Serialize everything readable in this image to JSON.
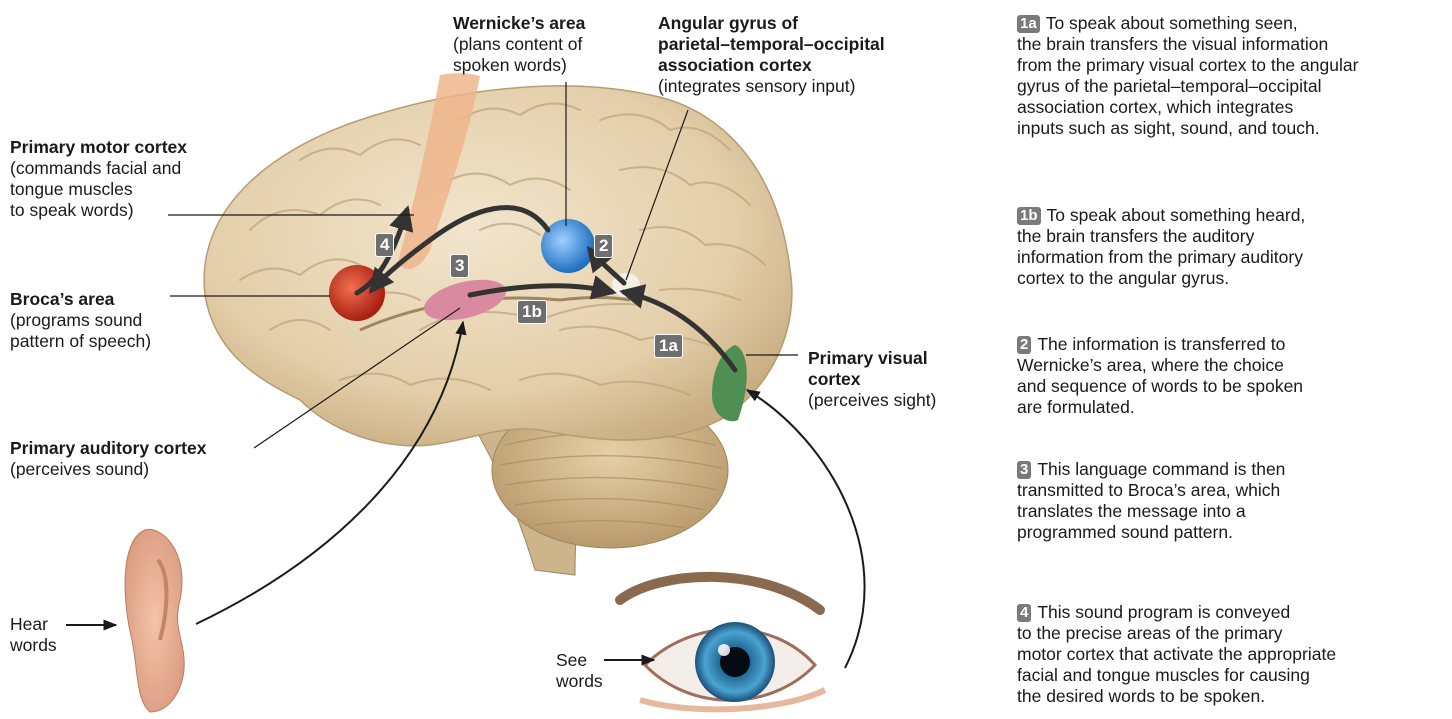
{
  "labels": {
    "wernicke": {
      "title": "Wernicke’s area",
      "lines": [
        "(plans content of",
        "spoken words)"
      ]
    },
    "angular": {
      "title_lines": [
        "Angular gyrus of",
        "parietal–temporal–occipital",
        "association cortex"
      ],
      "desc": "(integrates sensory input)"
    },
    "motor": {
      "title": "Primary motor cortex",
      "lines": [
        "(commands facial and",
        "tongue muscles",
        "to speak words)"
      ]
    },
    "broca": {
      "title": "Broca’s area",
      "lines": [
        "(programs sound",
        "pattern of speech)"
      ]
    },
    "auditory": {
      "title": "Primary auditory cortex",
      "lines": [
        "(perceives sound)"
      ]
    },
    "visual": {
      "title_lines": [
        "Primary visual",
        "cortex"
      ],
      "desc": "(perceives sight)"
    },
    "hear": [
      "Hear",
      "words"
    ],
    "see": [
      "See",
      "words"
    ]
  },
  "markers": [
    "4",
    "3",
    "2",
    "1b",
    "1a"
  ],
  "steps": [
    {
      "badge": "1a",
      "lines": [
        "To speak about something seen,",
        "the brain transfers the visual information",
        "from the primary visual cortex to the angular",
        "gyrus of the parietal–temporal–occipital",
        "association cortex, which integrates",
        "inputs such as sight, sound, and touch."
      ]
    },
    {
      "badge": "1b",
      "lines": [
        "To speak about something heard,",
        "the brain transfers the auditory",
        "information from the primary auditory",
        "cortex to the angular gyrus."
      ]
    },
    {
      "badge": "2",
      "lines": [
        "The information is transferred to",
        "Wernicke’s area, where the choice",
        "and sequence of words to be spoken",
        "are formulated."
      ]
    },
    {
      "badge": "3",
      "lines": [
        "This language command is then",
        "transmitted to Broca’s area, which",
        "translates the message into a",
        "programmed sound pattern."
      ]
    },
    {
      "badge": "4",
      "lines": [
        "This sound program is conveyed",
        "to the precise areas of the primary",
        "motor cortex that activate the appropriate",
        "facial and tongue muscles for causing",
        "the desired words to be spoken."
      ]
    }
  ],
  "colors": {
    "brain": "#e6d3b3",
    "cerebellum": "#d8bf95",
    "broca": "#c8341e",
    "wernicke": "#3f8fd8",
    "auditory": "#d98aa0",
    "visual": "#4f8f52",
    "motor": "#efb58c"
  }
}
